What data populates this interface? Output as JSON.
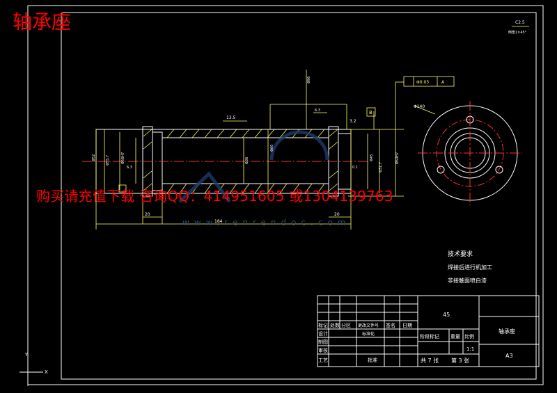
{
  "overlay": {
    "title": "轴承座",
    "promo": "购买请充值下载  咨询QQ：414951605  或1304139763",
    "watermark": "www.renrendoc.com"
  },
  "drawing": {
    "dims": {
      "len_total": "184",
      "len_left": "20",
      "len_right": "20",
      "dia_outer": "Φ45",
      "dia_mid": "Φ60",
      "dia_bore": "Φ36",
      "dia_flange": "Φ140",
      "dia_pcd": "Φ96",
      "top_note": "13.5",
      "rough_a": "3.2",
      "rough_b": "6.3",
      "rough_c": "6.3",
      "ref_l": "0.1",
      "tol": "Φ0.03",
      "datum": "A",
      "datum_b": "B",
      "chamfer_a": "C2.5",
      "chamfer_b": "倒角1×45°",
      "fits_a": "Φ56H7",
      "fits_b": "Φ50H7",
      "left_dim": "Φ52",
      "left_dim2": "Φ55.7",
      "right_dim": "Φ32.7"
    },
    "tech": {
      "heading": "技术要求",
      "line1": "焊接后进行机加工",
      "line2": "非接触面喷白漆"
    },
    "title_block": {
      "material": "45",
      "part_name": "轴承座",
      "header_row": [
        "标记",
        "处数",
        "分区",
        "更改文件号",
        "签名",
        "日期"
      ],
      "row_design": "设计",
      "row_std": "标准化",
      "row_check": "审核",
      "row_craft": "工艺",
      "row_approve": "批准",
      "row_draw": "制图",
      "stage_label": "阶段标记",
      "weight_label": "重量",
      "scale_label": "比例",
      "scale_value": "1:1",
      "sheet_total": "共 7 张",
      "sheet_no": "第 3 张",
      "drawing_no": "A3"
    },
    "axes": {
      "y": "Y",
      "x": "X"
    }
  }
}
